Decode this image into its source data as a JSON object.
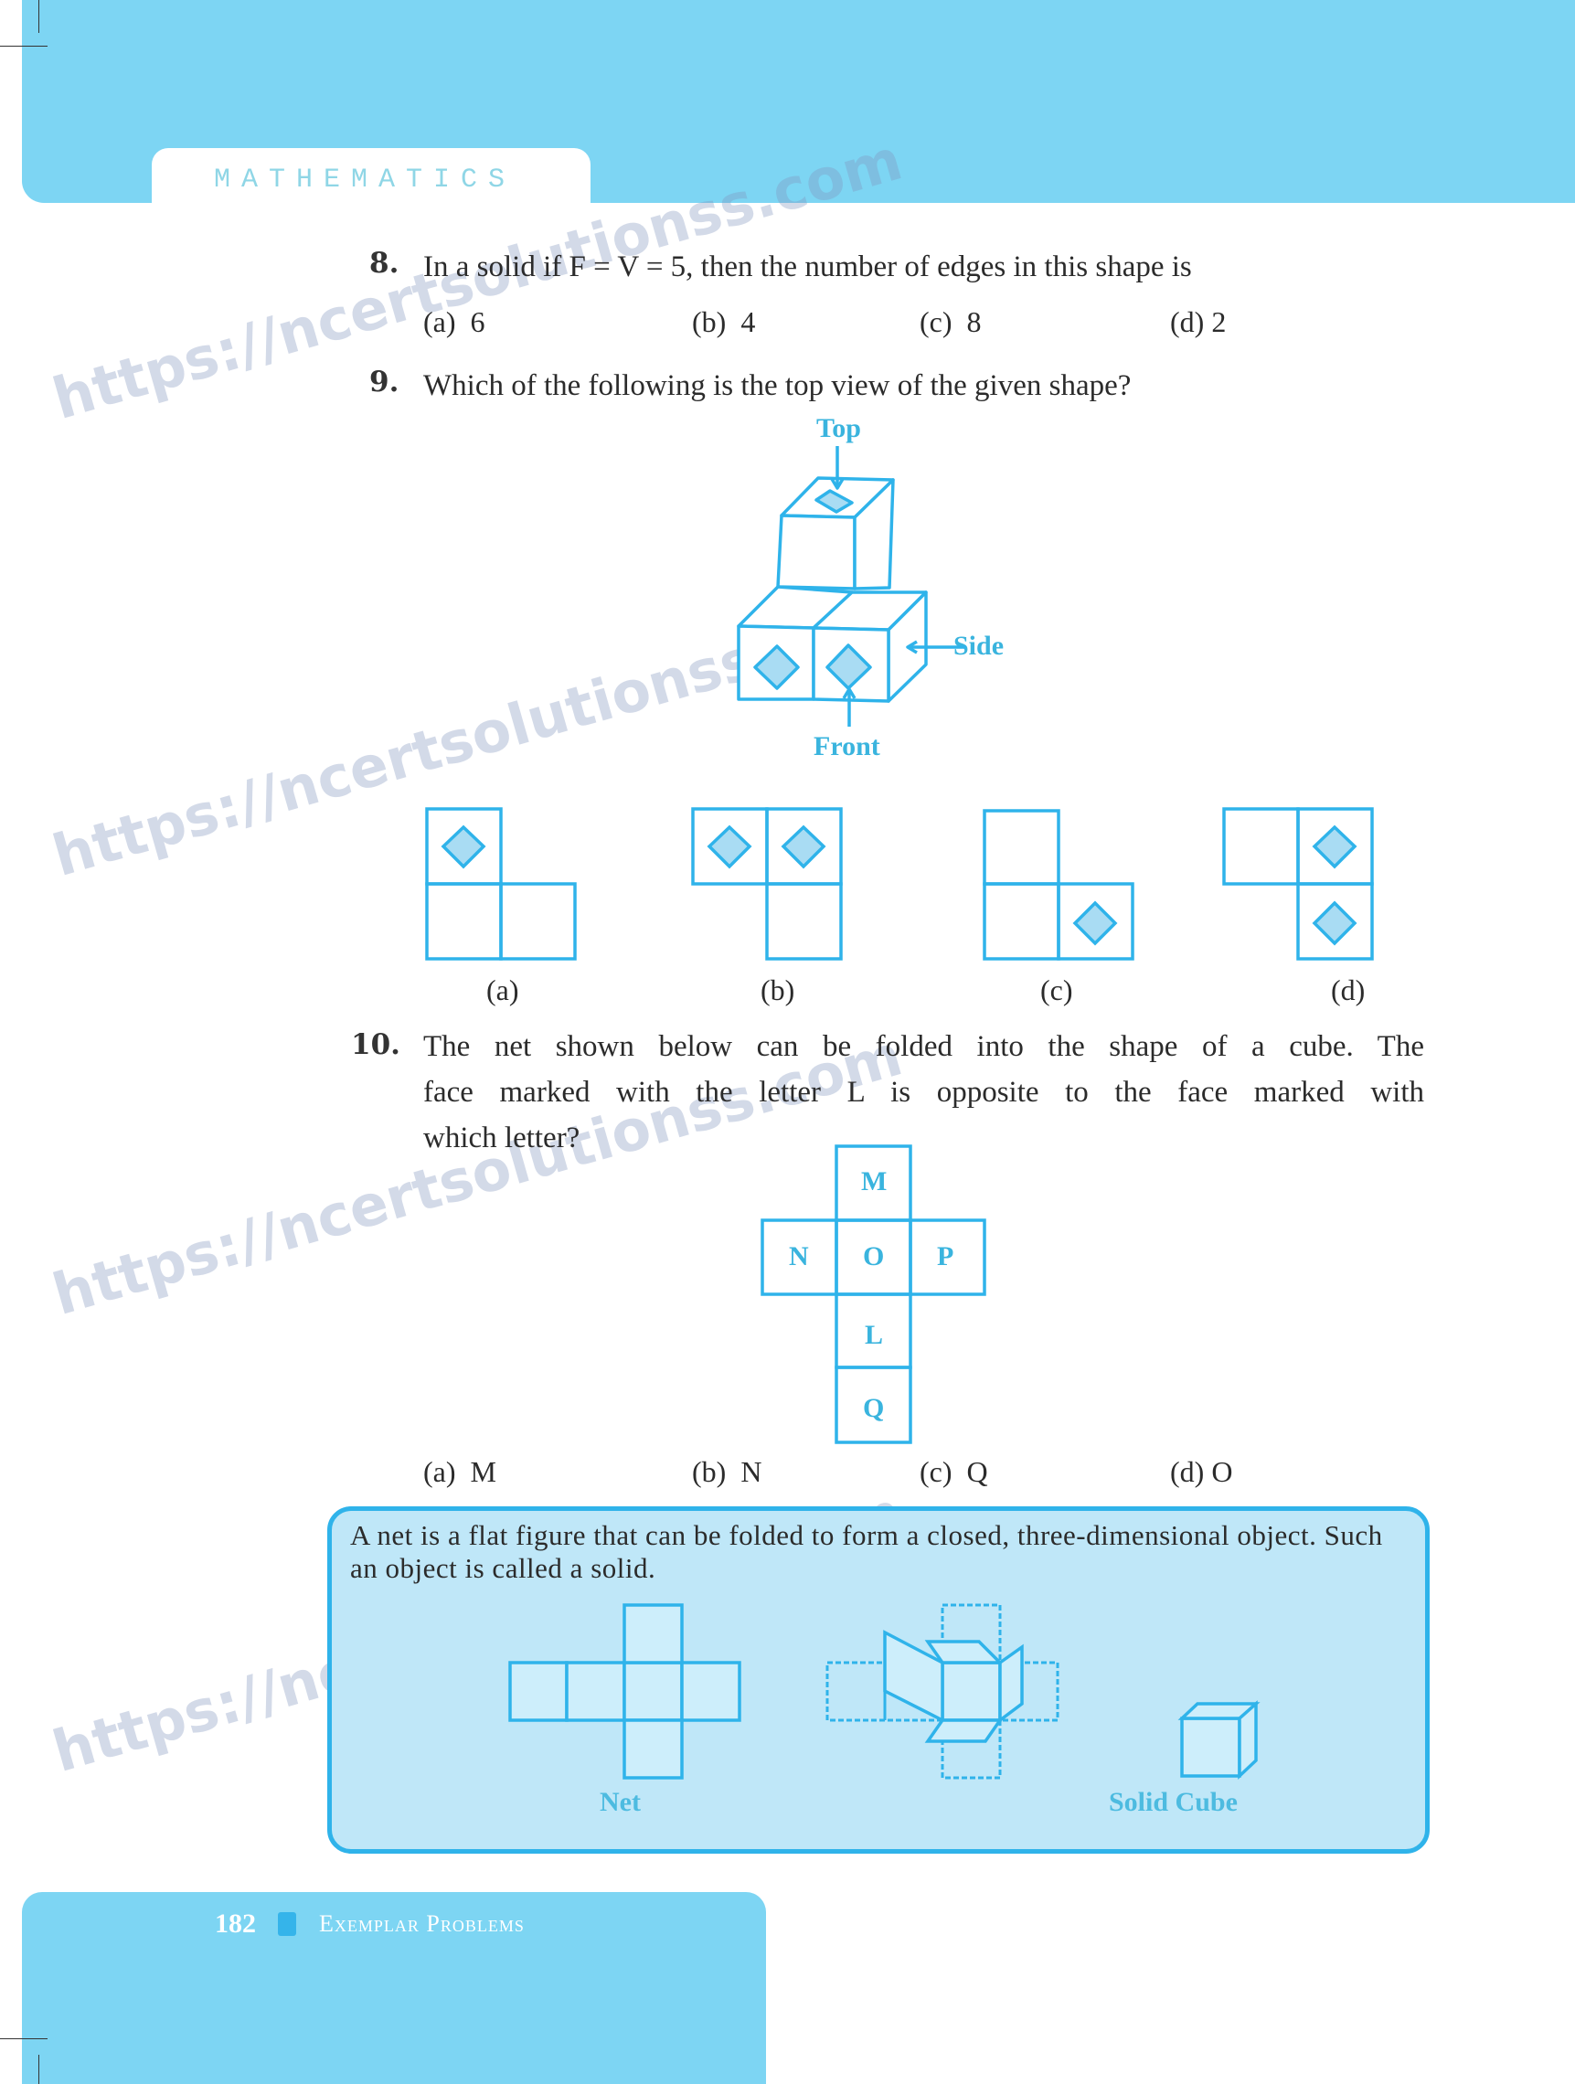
{
  "header": {
    "subject": "MATHEMATICS"
  },
  "watermark": {
    "text": "https://ncertsolutionss.com"
  },
  "questions": [
    {
      "number": "8.",
      "text": "In a solid if F = V = 5, then the number of edges in this shape is",
      "options": [
        {
          "label": "(a)",
          "value": "6"
        },
        {
          "label": "(b)",
          "value": "4"
        },
        {
          "label": "(c)",
          "value": "8"
        },
        {
          "label": "(d)",
          "value": "2"
        }
      ]
    },
    {
      "number": "9.",
      "text": "Which of the following is the top view of the given shape?",
      "figure": {
        "top_label": "Top",
        "side_label": "Side",
        "front_label": "Front"
      },
      "options": [
        {
          "label": "(a)"
        },
        {
          "label": "(b)"
        },
        {
          "label": "(c)"
        },
        {
          "label": "(d)"
        }
      ]
    },
    {
      "number": "10.",
      "text_lines": [
        "The net shown below can be folded into the shape of a cube. The",
        "face marked with the letter L is opposite to the face marked with",
        "which letter?"
      ],
      "net_faces": {
        "top": "M",
        "left": "N",
        "center": "O",
        "right": "P",
        "below": "L",
        "bottom": "Q"
      },
      "options": [
        {
          "label": "(a)",
          "value": "M"
        },
        {
          "label": "(b)",
          "value": "N"
        },
        {
          "label": "(c)",
          "value": "Q"
        },
        {
          "label": "(d)",
          "value": "O"
        }
      ]
    }
  ],
  "info_box": {
    "text": "A net is a flat figure that can be folded to form a closed, three-dimensional object. Such an object is called a solid.",
    "net_label": "Net",
    "cube_label": "Solid Cube"
  },
  "footer": {
    "page_number": "182",
    "book_title": "Exemplar Problems"
  },
  "colors": {
    "accent": "#2fb3ea",
    "band": "#7dd5f3",
    "box_fill": "#bfe7f8",
    "diamond_fill": "#a9dcf3"
  }
}
